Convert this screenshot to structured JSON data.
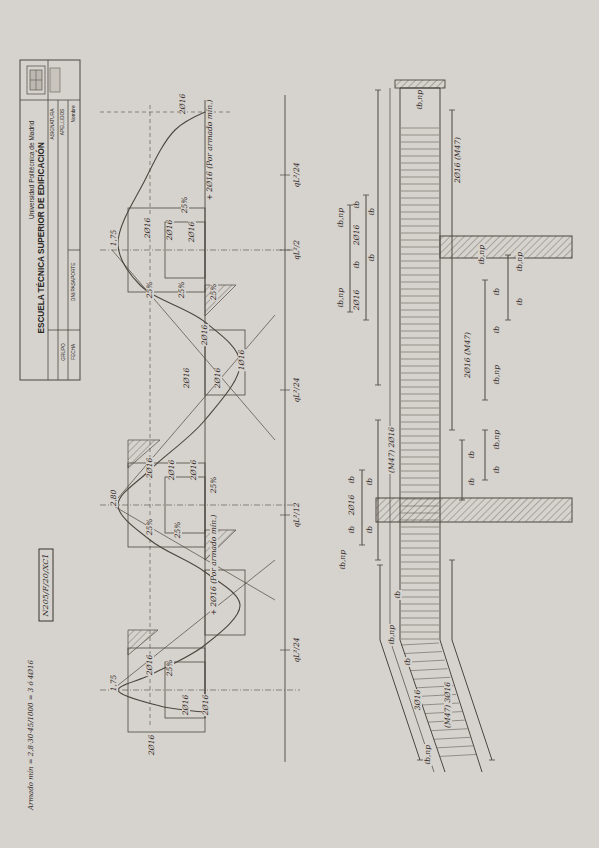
{
  "diagram": {
    "nodes": [
      {
        "text": [
          "Universidad Politécnica de Madrid"
        ]
      },
      {
        "text": [
          "ESCUELA TÉCNICA SUPERIOR DE EDIFICACIÓN"
        ]
      },
      {
        "text": [
          "ASIGNATURA"
        ]
      },
      {
        "text": [
          "APELLIDOS"
        ]
      },
      {
        "text": [
          "Nombre"
        ]
      },
      {
        "text": [
          "DNI/PASAPORTE"
        ]
      },
      {
        "text": [
          "GRUPO"
        ]
      },
      {
        "text": [
          "FECHA"
        ]
      },
      {
        "text": [
          "N205/F/20/XC1"
        ]
      }
    ],
    "labels": [
      "Armado mín = 2,8·30·45/1000 = 3 ó 4Ø16",
      "2Ø16",
      "+ 2Ø16 (Por armado mín.)",
      "2Ø16",
      "2Ø16",
      "25%",
      "2Ø16",
      "25%",
      "25%",
      "25%",
      "2Ø16",
      "2Ø16",
      "2Ø16",
      "1Ø16",
      "2Ø16",
      "2Ø16",
      "2Ø16",
      "25%",
      "25%",
      "25%",
      "+ 2Ø16 (Por armado mín.)",
      "2Ø16",
      "25%",
      "2Ø16",
      "2Ø16",
      "2Ø16",
      "qL²/24",
      "qL²/2",
      "qL²/24",
      "qL²/12",
      "qL²/24",
      "1,75",
      "2,80",
      "1,75",
      "ℓb,np",
      "ℓb,np",
      "2Ø16 (M47)",
      "2Ø16 (M47)",
      "(M47) 2Ø16",
      "ℓb",
      "2Ø16",
      "ℓb",
      "2Ø16",
      "ℓb",
      "ℓb",
      "ℓb,np",
      "ℓb,np",
      "ℓb",
      "2Ø16",
      "ℓb",
      "ℓb,np",
      "ℓb",
      "ℓb",
      "ℓb",
      "ℓb,np",
      "3Ø16",
      "(M47) 3Ø16",
      "ℓb,np",
      "ℓb",
      "ℓb",
      "ℓb",
      "ℓb",
      "ℓb",
      "ℓb,np",
      "ℓb,np",
      "ℓb",
      "ℓb,np",
      "ℓb"
    ]
  }
}
